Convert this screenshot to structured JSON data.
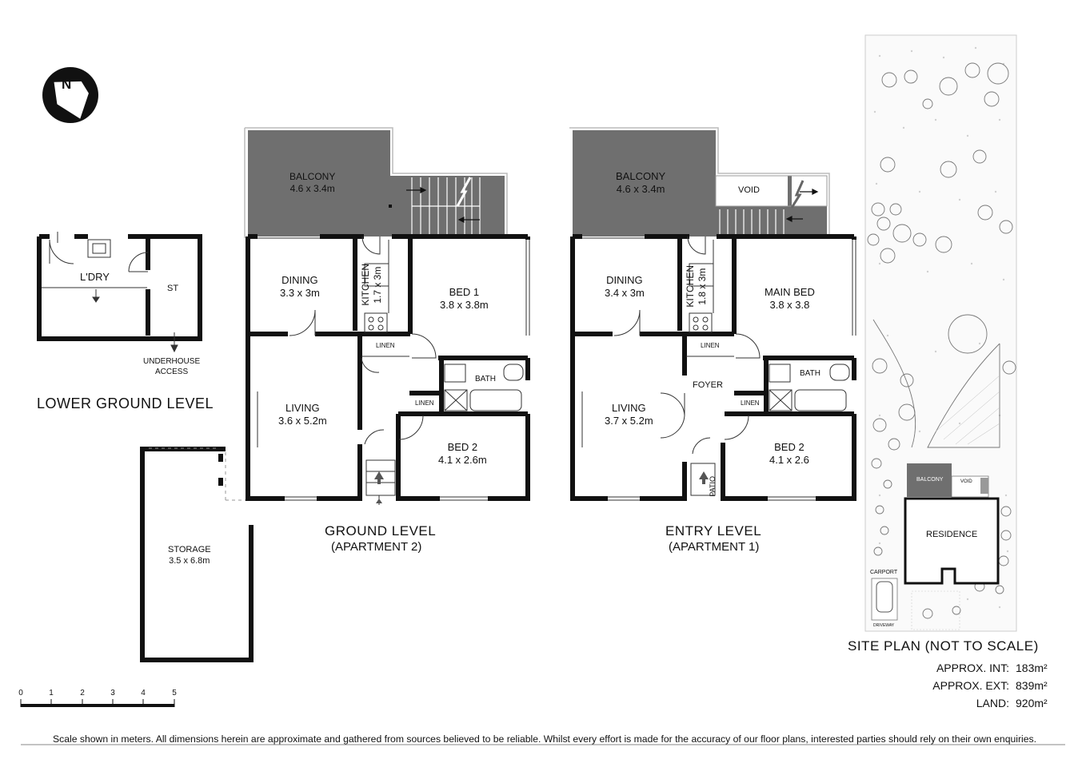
{
  "compass": {
    "letter": "N"
  },
  "lower_ground": {
    "title": "LOWER GROUND LEVEL",
    "laundry": "L'DRY",
    "store": "ST",
    "access": [
      "UNDERHOUSE",
      "ACCESS"
    ],
    "storage": {
      "name": "STORAGE",
      "dims": "3.5 x 6.8m"
    }
  },
  "ground": {
    "title": "GROUND LEVEL",
    "subtitle": "(APARTMENT 2)",
    "balcony": {
      "name": "BALCONY",
      "dims": "4.6 x 3.4m"
    },
    "dining": {
      "name": "DINING",
      "dims": "3.3 x 3m"
    },
    "kitchen": {
      "name": "KITCHEN",
      "dims": "1.7 x 3m"
    },
    "bed1": {
      "name": "BED 1",
      "dims": "3.8 x 3.8m"
    },
    "linen1": "LINEN",
    "linen2": "LINEN",
    "bath": "BATH",
    "living": {
      "name": "LIVING",
      "dims": "3.6 x 5.2m"
    },
    "bed2": {
      "name": "BED 2",
      "dims": "4.1 x 2.6m"
    }
  },
  "entry": {
    "title": "ENTRY LEVEL",
    "subtitle": "(APARTMENT 1)",
    "balcony": {
      "name": "BALCONY",
      "dims": "4.6 x 3.4m"
    },
    "void": "VOID",
    "dining": {
      "name": "DINING",
      "dims": "3.4 x 3m"
    },
    "kitchen": {
      "name": "KITCHEN",
      "dims": "1.8 x 3m"
    },
    "main_bed": {
      "name": "MAIN BED",
      "dims": "3.8 x 3.8"
    },
    "linen1": "LINEN",
    "linen2": "LINEN",
    "foyer": "FOYER",
    "bath": "BATH",
    "living": {
      "name": "LIVING",
      "dims": "3.7 x 5.2m"
    },
    "bed2": {
      "name": "BED 2",
      "dims": "4.1 x 2.6"
    },
    "patio": "PATIO"
  },
  "site": {
    "title": "SITE PLAN (NOT TO SCALE)",
    "balcony": "BALCONY",
    "void": "VOID",
    "residence": "RESIDENCE",
    "carport": "CARPORT",
    "driveway": "DRIVEWAY"
  },
  "areas": [
    {
      "label": "APPROX. INT:",
      "value": "183m²"
    },
    {
      "label": "APPROX. EXT:",
      "value": "839m²"
    },
    {
      "label": "LAND:",
      "value": "920m²"
    }
  ],
  "scale": {
    "ticks": [
      "0",
      "1",
      "2",
      "3",
      "4",
      "5"
    ]
  },
  "disclaimer": "Scale shown in meters. All dimensions herein are approximate and gathered from sources believed to be  reliable. Whilst every effort is made for the accuracy of our floor plans, interested parties should rely on their own enquiries."
}
